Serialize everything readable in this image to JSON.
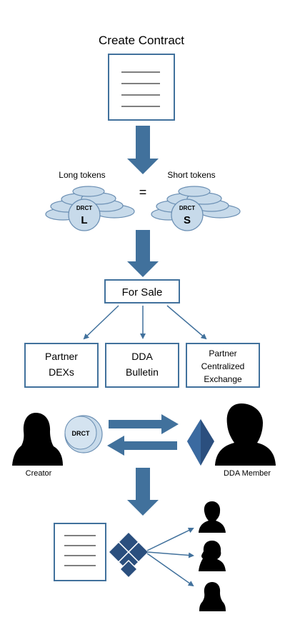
{
  "header": {
    "title": "Create Contract"
  },
  "tokens": {
    "long_label": "Long tokens",
    "short_label": "Short tokens",
    "equals": "=",
    "coin_brand": "DRCT",
    "long_letter": "L",
    "short_letter": "S"
  },
  "sale": {
    "label": "For Sale"
  },
  "venues": [
    {
      "lines": [
        "Partner",
        "DEXs"
      ]
    },
    {
      "lines": [
        "DDA",
        "Bulletin"
      ]
    },
    {
      "lines": [
        "Partner",
        "Centralized",
        "Exchange"
      ]
    }
  ],
  "exchange": {
    "creator_label": "Creator",
    "member_label": "DDA Member",
    "coin_brand": "DRCT"
  },
  "colors": {
    "arrow": "#41719c",
    "box_border": "#41719c",
    "coin_fill": "#c7daea",
    "coin_edge": "#6b8fb3",
    "eth": "#2b4f7e",
    "lines": "#7f7f7f"
  }
}
